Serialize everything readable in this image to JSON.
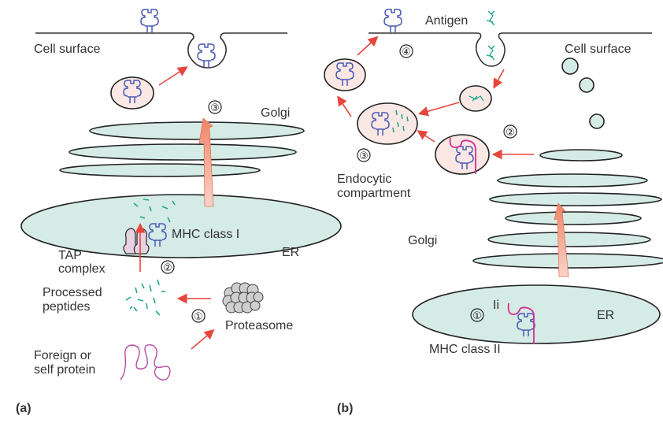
{
  "panel_a": {
    "panel_label": "(a)",
    "labels": {
      "cell_surface": "Cell surface",
      "golgi": "Golgi",
      "er": "ER",
      "mhc": "MHC class I",
      "tap_line1": "TAP",
      "tap_line2": "complex",
      "peptides_line1": "Processed",
      "peptides_line2": "peptides",
      "proteasome": "Proteasome",
      "protein_line1": "Foreign or",
      "protein_line2": "self protein"
    },
    "steps": [
      "①",
      "②",
      "③"
    ]
  },
  "panel_b": {
    "panel_label": "(b)",
    "labels": {
      "antigen": "Antigen",
      "cell_surface": "Cell surface",
      "endocytic_line1": "Endocytic",
      "endocytic_line2": "compartment",
      "golgi": "Golgi",
      "er": "ER",
      "ii": "Ii",
      "mhc": "MHC class II"
    },
    "steps": [
      "①",
      "②",
      "③",
      "④"
    ]
  },
  "colors": {
    "organelle_fill": "#d5ebe6",
    "vesicle_fill": "#fbe8e4",
    "arrow": "#e8453c",
    "mhc": "#4a5bb5",
    "peptide": "#1fa88a",
    "invariant_chain": "#d62f8e",
    "transport_arrow": "#f4a08c"
  }
}
